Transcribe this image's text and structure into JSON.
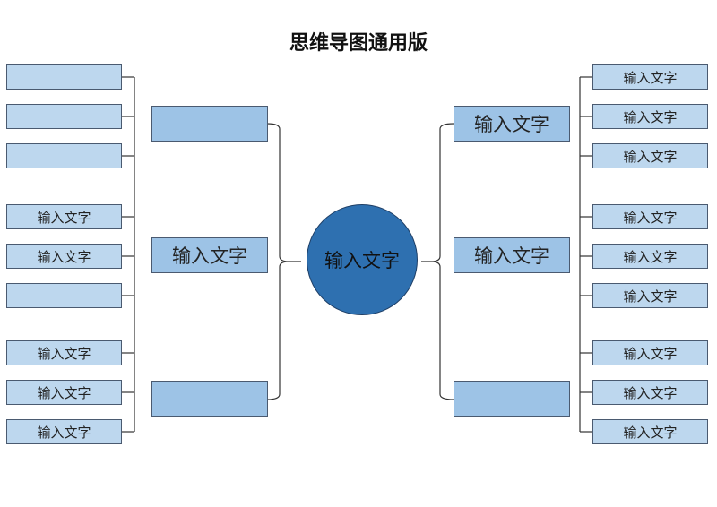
{
  "title": "思维导图通用版",
  "center": {
    "label": "输入文字"
  },
  "left": {
    "branches": [
      {
        "label": "",
        "leaves": [
          "",
          "",
          ""
        ]
      },
      {
        "label": "输入文字",
        "leaves": [
          "输入文字",
          "输入文字",
          ""
        ]
      },
      {
        "label": "",
        "leaves": [
          "输入文字",
          "输入文字",
          "输入文字"
        ]
      }
    ]
  },
  "right": {
    "branches": [
      {
        "label": "输入文字",
        "leaves": [
          "输入文字",
          "输入文字",
          "输入文字"
        ]
      },
      {
        "label": "输入文字",
        "leaves": [
          "输入文字",
          "输入文字",
          "输入文字"
        ]
      },
      {
        "label": "",
        "leaves": [
          "输入文字",
          "输入文字",
          "输入文字"
        ]
      }
    ]
  },
  "colors": {
    "leaf": "#bdd7ee",
    "branch": "#9dc3e6",
    "center": "#2e70b0"
  }
}
